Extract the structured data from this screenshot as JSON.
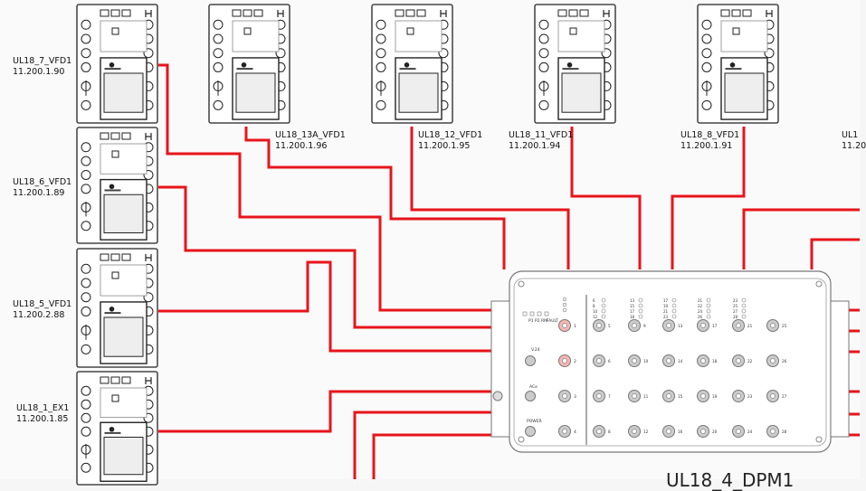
{
  "vfds": [
    {
      "name": "UL18_7_VFD1",
      "ip": "11.200.1.90"
    },
    {
      "name": "UL18_6_VFD1",
      "ip": "11.200.1.89"
    },
    {
      "name": "UL18_5_VFD1",
      "ip": "11.200.2.88"
    },
    {
      "name": "UL18_1_EX1",
      "ip": "11.200.1.85"
    },
    {
      "name": "UL18_13A_VFD1",
      "ip": "11.200.1.96"
    },
    {
      "name": "UL18_12_VFD1",
      "ip": "11.200.1.95"
    },
    {
      "name": "UL18_11_VFD1",
      "ip": "11.200.1.94"
    },
    {
      "name": "UL18_8_VFD1",
      "ip": "11.200.1.91"
    },
    {
      "name": "UL1",
      "ip": "11.20"
    }
  ],
  "dpm": {
    "title": "UL18_4_DPM1",
    "indicators": [
      "P1",
      "P2",
      "RM",
      "FAULT"
    ],
    "side_labels": [
      "V.24",
      "ACe",
      "POWER"
    ],
    "port_numbers": [
      "1",
      "2",
      "3",
      "4",
      "5",
      "6",
      "7",
      "8",
      "9",
      "10",
      "11",
      "12",
      "13",
      "14",
      "15",
      "16",
      "17",
      "18",
      "19",
      "20",
      "21",
      "22",
      "23",
      "24",
      "25",
      "26",
      "27",
      "28"
    ],
    "led_groups": [
      [
        "6",
        "8",
        "10",
        "12"
      ],
      [
        "13",
        "15",
        "17",
        "18"
      ],
      [
        "17",
        "19",
        "21",
        "23"
      ],
      [
        "21",
        "22",
        "24",
        "26"
      ],
      [
        "23",
        "25",
        "27",
        "28"
      ]
    ]
  },
  "colors": {
    "wire": "#e8141b",
    "outline": "#222222",
    "canvas": "#fafafa"
  }
}
